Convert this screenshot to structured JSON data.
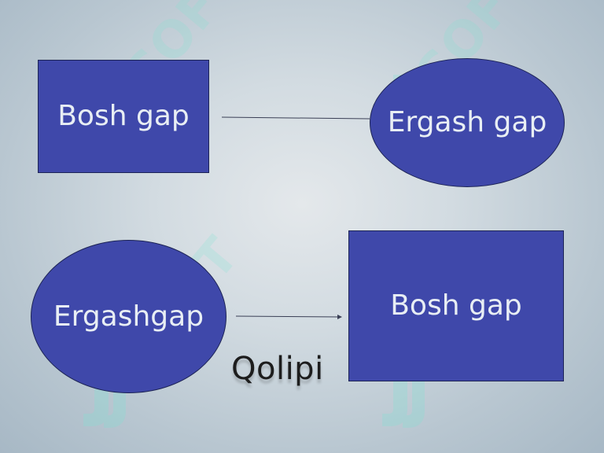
{
  "nodes": {
    "top_left": {
      "label": "Bosh gap",
      "shape": "rectangle"
    },
    "top_right": {
      "label": "Ergash gap",
      "shape": "ellipse"
    },
    "bottom_left": {
      "label": "Ergashgap",
      "shape": "ellipse"
    },
    "bottom_right": {
      "label": "Bosh gap",
      "shape": "rectangle"
    }
  },
  "caption": "Qolipi",
  "watermark": {
    "text": "SOFT"
  },
  "colors": {
    "node_fill": "#3f48aa",
    "node_border": "#1d2456",
    "node_text": "#e8eef4",
    "caption_text": "#1d1d1d",
    "connector": "#3a3f55",
    "watermark": "#7fe3d2"
  }
}
